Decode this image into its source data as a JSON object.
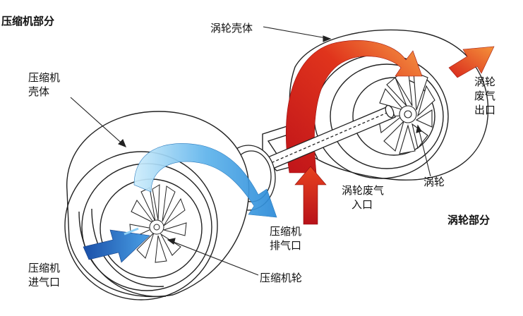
{
  "diagram": {
    "section_compressor": "压缩机部分",
    "section_turbine": "涡轮部分",
    "compressor_housing": [
      "压缩机",
      "壳体"
    ],
    "turbine_housing": "涡轮壳体",
    "turbine_exhaust_outlet": [
      "涡轮",
      "废气",
      "出口"
    ],
    "turbine_wheel": "涡轮",
    "turbine_exhaust_inlet": [
      "涡轮废气",
      "入口"
    ],
    "compressor_discharge": [
      "压缩机",
      "排气口"
    ],
    "compressor_wheel": "压缩机轮",
    "compressor_inlet": [
      "压缩机",
      "进气口"
    ]
  },
  "colors": {
    "hot_flow": "#d8261c",
    "hot_flow_light": "#f07a3a",
    "cold_flow": "#2a8ad8",
    "cold_flow_light": "#8fd0f5",
    "inlet_blue": "#1f5fb8",
    "outline": "#222222"
  }
}
